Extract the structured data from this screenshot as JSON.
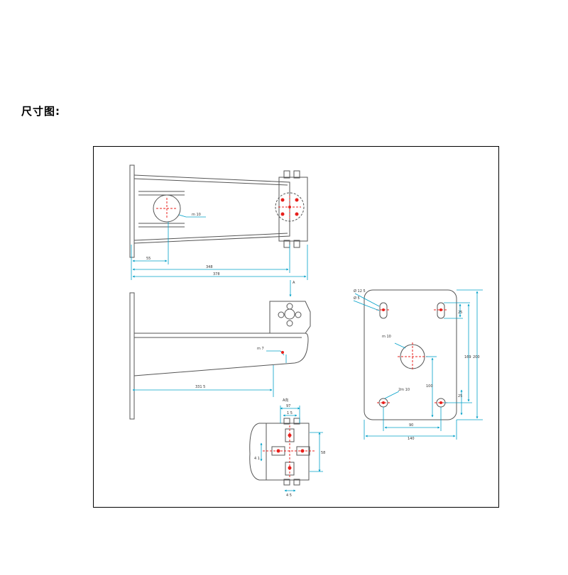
{
  "page": {
    "heading": "尺寸图:"
  },
  "colors": {
    "outline": "#555555",
    "dimension": "#00a0c8",
    "center_mark": "#e8201c"
  },
  "side_view": {
    "hole_label": "m 10",
    "dim_offset": "55",
    "dim_length": "348",
    "dim_total": "378"
  },
  "front_view": {
    "arrow_label": "A",
    "screw_label": "m 7",
    "dim_length": "331 5"
  },
  "detail_a": {
    "title": "A向",
    "dim_top_outer": "97",
    "dim_top_inner": "1 5",
    "dim_left": "4 1",
    "dim_right": "58",
    "dim_bottom": "4 5"
  },
  "base_plate": {
    "slot_label_1": "Ø 12 5",
    "slot_label_2": "Ø 5",
    "center_hole_label": "m 10",
    "bottom_hole_label": "2m 10",
    "dim_hole_spacing": "90",
    "dim_width": "140",
    "dim_right_inner": "25",
    "dim_right_mid": "169",
    "dim_right_outer": "200",
    "dim_center_height": "100",
    "dim_bottom_offset": "25"
  }
}
